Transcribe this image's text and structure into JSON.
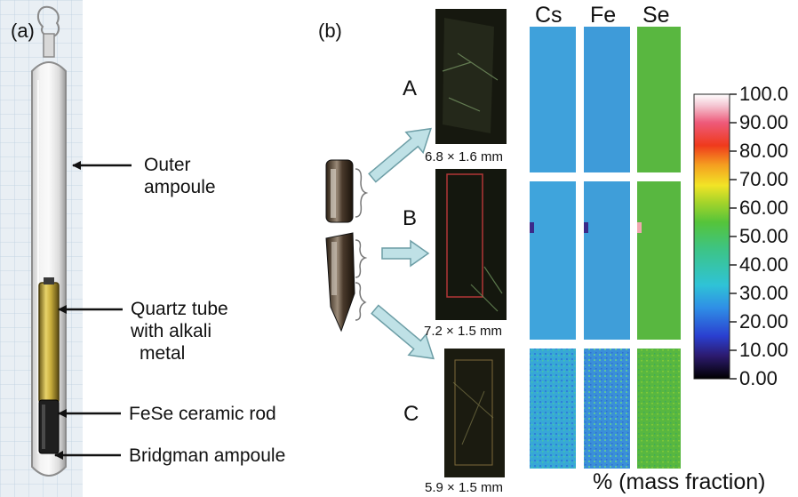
{
  "panel_a": {
    "label": "(a)",
    "annotations": [
      {
        "lines": [
          "Outer",
          "ampoule"
        ]
      },
      {
        "lines": [
          "Quartz tube",
          "with alkali",
          "metal"
        ]
      },
      {
        "lines": [
          "FeSe ceramic rod"
        ]
      },
      {
        "lines": [
          "Bridgman ampoule"
        ]
      }
    ]
  },
  "panel_b": {
    "label": "(b)",
    "samples": [
      {
        "name": "A",
        "size": "6.8 × 1.6 mm"
      },
      {
        "name": "B",
        "size": "7.2 × 1.5 mm"
      },
      {
        "name": "C",
        "size": "5.9 × 1.5 mm"
      }
    ],
    "elements": [
      "Cs",
      "Fe",
      "Se"
    ],
    "colorbar": {
      "ticks": [
        "100.0",
        "90.00",
        "80.00",
        "70.00",
        "60.00",
        "50.00",
        "40.00",
        "30.00",
        "20.00",
        "10.00",
        "0.00"
      ],
      "unit": "% (mass fraction)"
    }
  },
  "colors": {
    "cs_fe_map": "#3f9ed9",
    "se_map": "#58b740",
    "arrow_fill": "#bfe1e6",
    "arrow_stroke": "#6d9ea6"
  }
}
